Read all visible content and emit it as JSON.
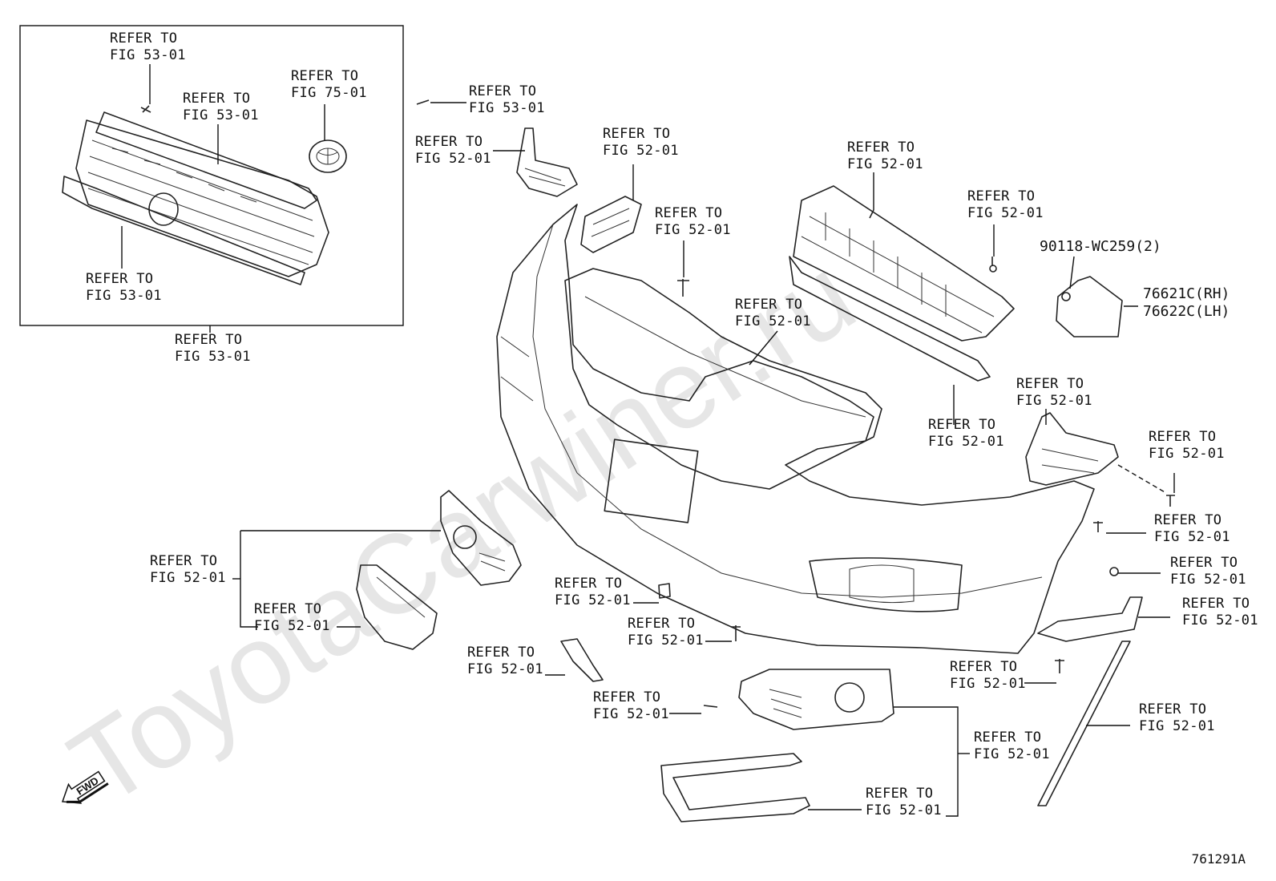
{
  "watermark": "ToyotaCarwiner.ru",
  "diagram_code": "761291A",
  "fwd_label": "FWD",
  "refs": [
    {
      "l1": "REFER TO",
      "l2": "FIG 53-01"
    },
    {
      "l1": "REFER TO",
      "l2": "FIG 53-01"
    },
    {
      "l1": "REFER TO",
      "l2": "FIG 75-01"
    },
    {
      "l1": "REFER TO",
      "l2": "FIG 53-01"
    },
    {
      "l1": "REFER TO",
      "l2": "FIG 53-01"
    },
    {
      "l1": "REFER TO",
      "l2": "FIG 53-01"
    },
    {
      "l1": "REFER TO",
      "l2": "FIG 52-01"
    },
    {
      "l1": "REFER TO",
      "l2": "FIG 52-01"
    },
    {
      "l1": "REFER TO",
      "l2": "FIG 52-01"
    },
    {
      "l1": "REFER TO",
      "l2": "FIG 52-01"
    },
    {
      "l1": "REFER TO",
      "l2": "FIG 52-01"
    },
    {
      "l1": "REFER TO",
      "l2": "FIG 52-01"
    },
    {
      "l1": "REFER TO",
      "l2": "FIG 52-01"
    },
    {
      "l1": "REFER TO",
      "l2": "FIG 52-01"
    },
    {
      "l1": "REFER TO",
      "l2": "FIG 52-01"
    },
    {
      "l1": "REFER TO",
      "l2": "FIG 52-01"
    },
    {
      "l1": "REFER TO",
      "l2": "FIG 52-01"
    },
    {
      "l1": "REFER TO",
      "l2": "FIG 52-01"
    },
    {
      "l1": "REFER TO",
      "l2": "FIG 52-01"
    },
    {
      "l1": "REFER TO",
      "l2": "FIG 52-01"
    },
    {
      "l1": "REFER TO",
      "l2": "FIG 52-01"
    },
    {
      "l1": "REFER TO",
      "l2": "FIG 52-01"
    },
    {
      "l1": "REFER TO",
      "l2": "FIG 52-01"
    },
    {
      "l1": "REFER TO",
      "l2": "FIG 52-01"
    },
    {
      "l1": "REFER TO",
      "l2": "FIG 52-01"
    },
    {
      "l1": "REFER TO",
      "l2": "FIG 52-01"
    },
    {
      "l1": "REFER TO",
      "l2": "FIG 52-01"
    },
    {
      "l1": "REFER TO",
      "l2": "FIG 52-01"
    }
  ],
  "part_numbers": {
    "clip": "90118-WC259(2)",
    "mudguard_rh": "76621C(RH)",
    "mudguard_lh": "76622C(LH)"
  }
}
